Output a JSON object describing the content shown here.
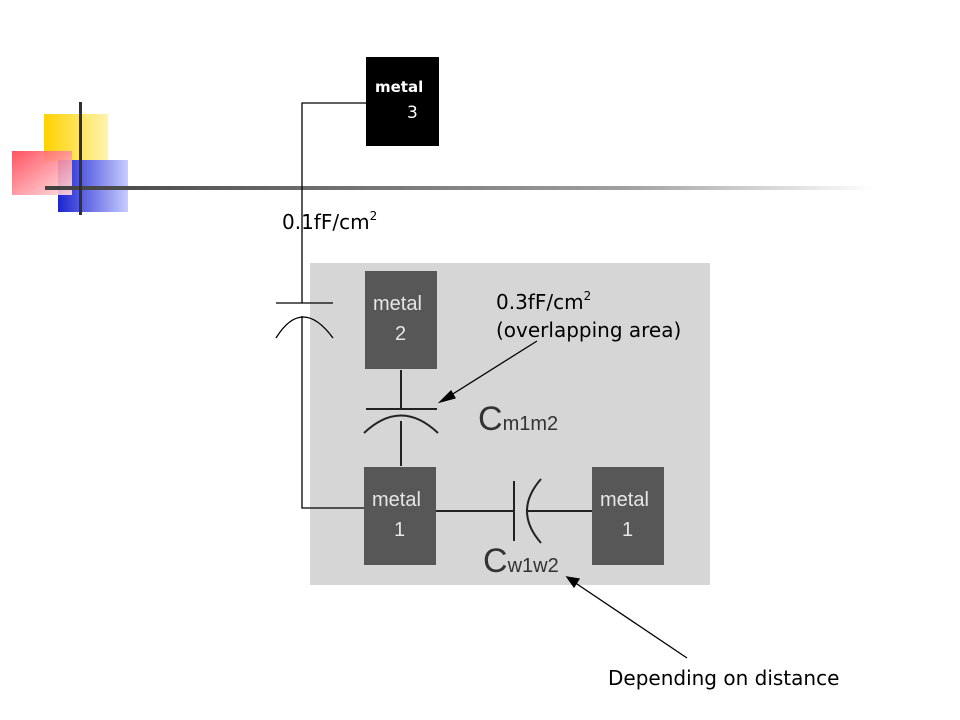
{
  "diagram": {
    "metal3": {
      "word": "metal",
      "num": "3"
    },
    "metal2": {
      "word": "metal",
      "num": "2"
    },
    "metal1_left": {
      "word": "metal",
      "num": "1"
    },
    "metal1_right": {
      "word": "metal",
      "num": "1"
    },
    "label_top": {
      "value": "0.1fF/cm",
      "exp": "2"
    },
    "label_overlap": {
      "value": "0.3fF/cm",
      "exp": "2",
      "note": "(overlapping area)"
    },
    "cap_m1m2": {
      "main": "C",
      "sub": "m1m2"
    },
    "cap_w1w2": {
      "main": "C",
      "sub": "w1w2"
    },
    "label_bottom": "Depending on distance"
  },
  "colors": {
    "photo_bg": "#d6d6d6",
    "metal_box": "#575757",
    "metal3_box": "#000000",
    "deco_yellow": "#ffd200",
    "deco_red": "#ff5a6a",
    "deco_blue": "#2830d8"
  }
}
